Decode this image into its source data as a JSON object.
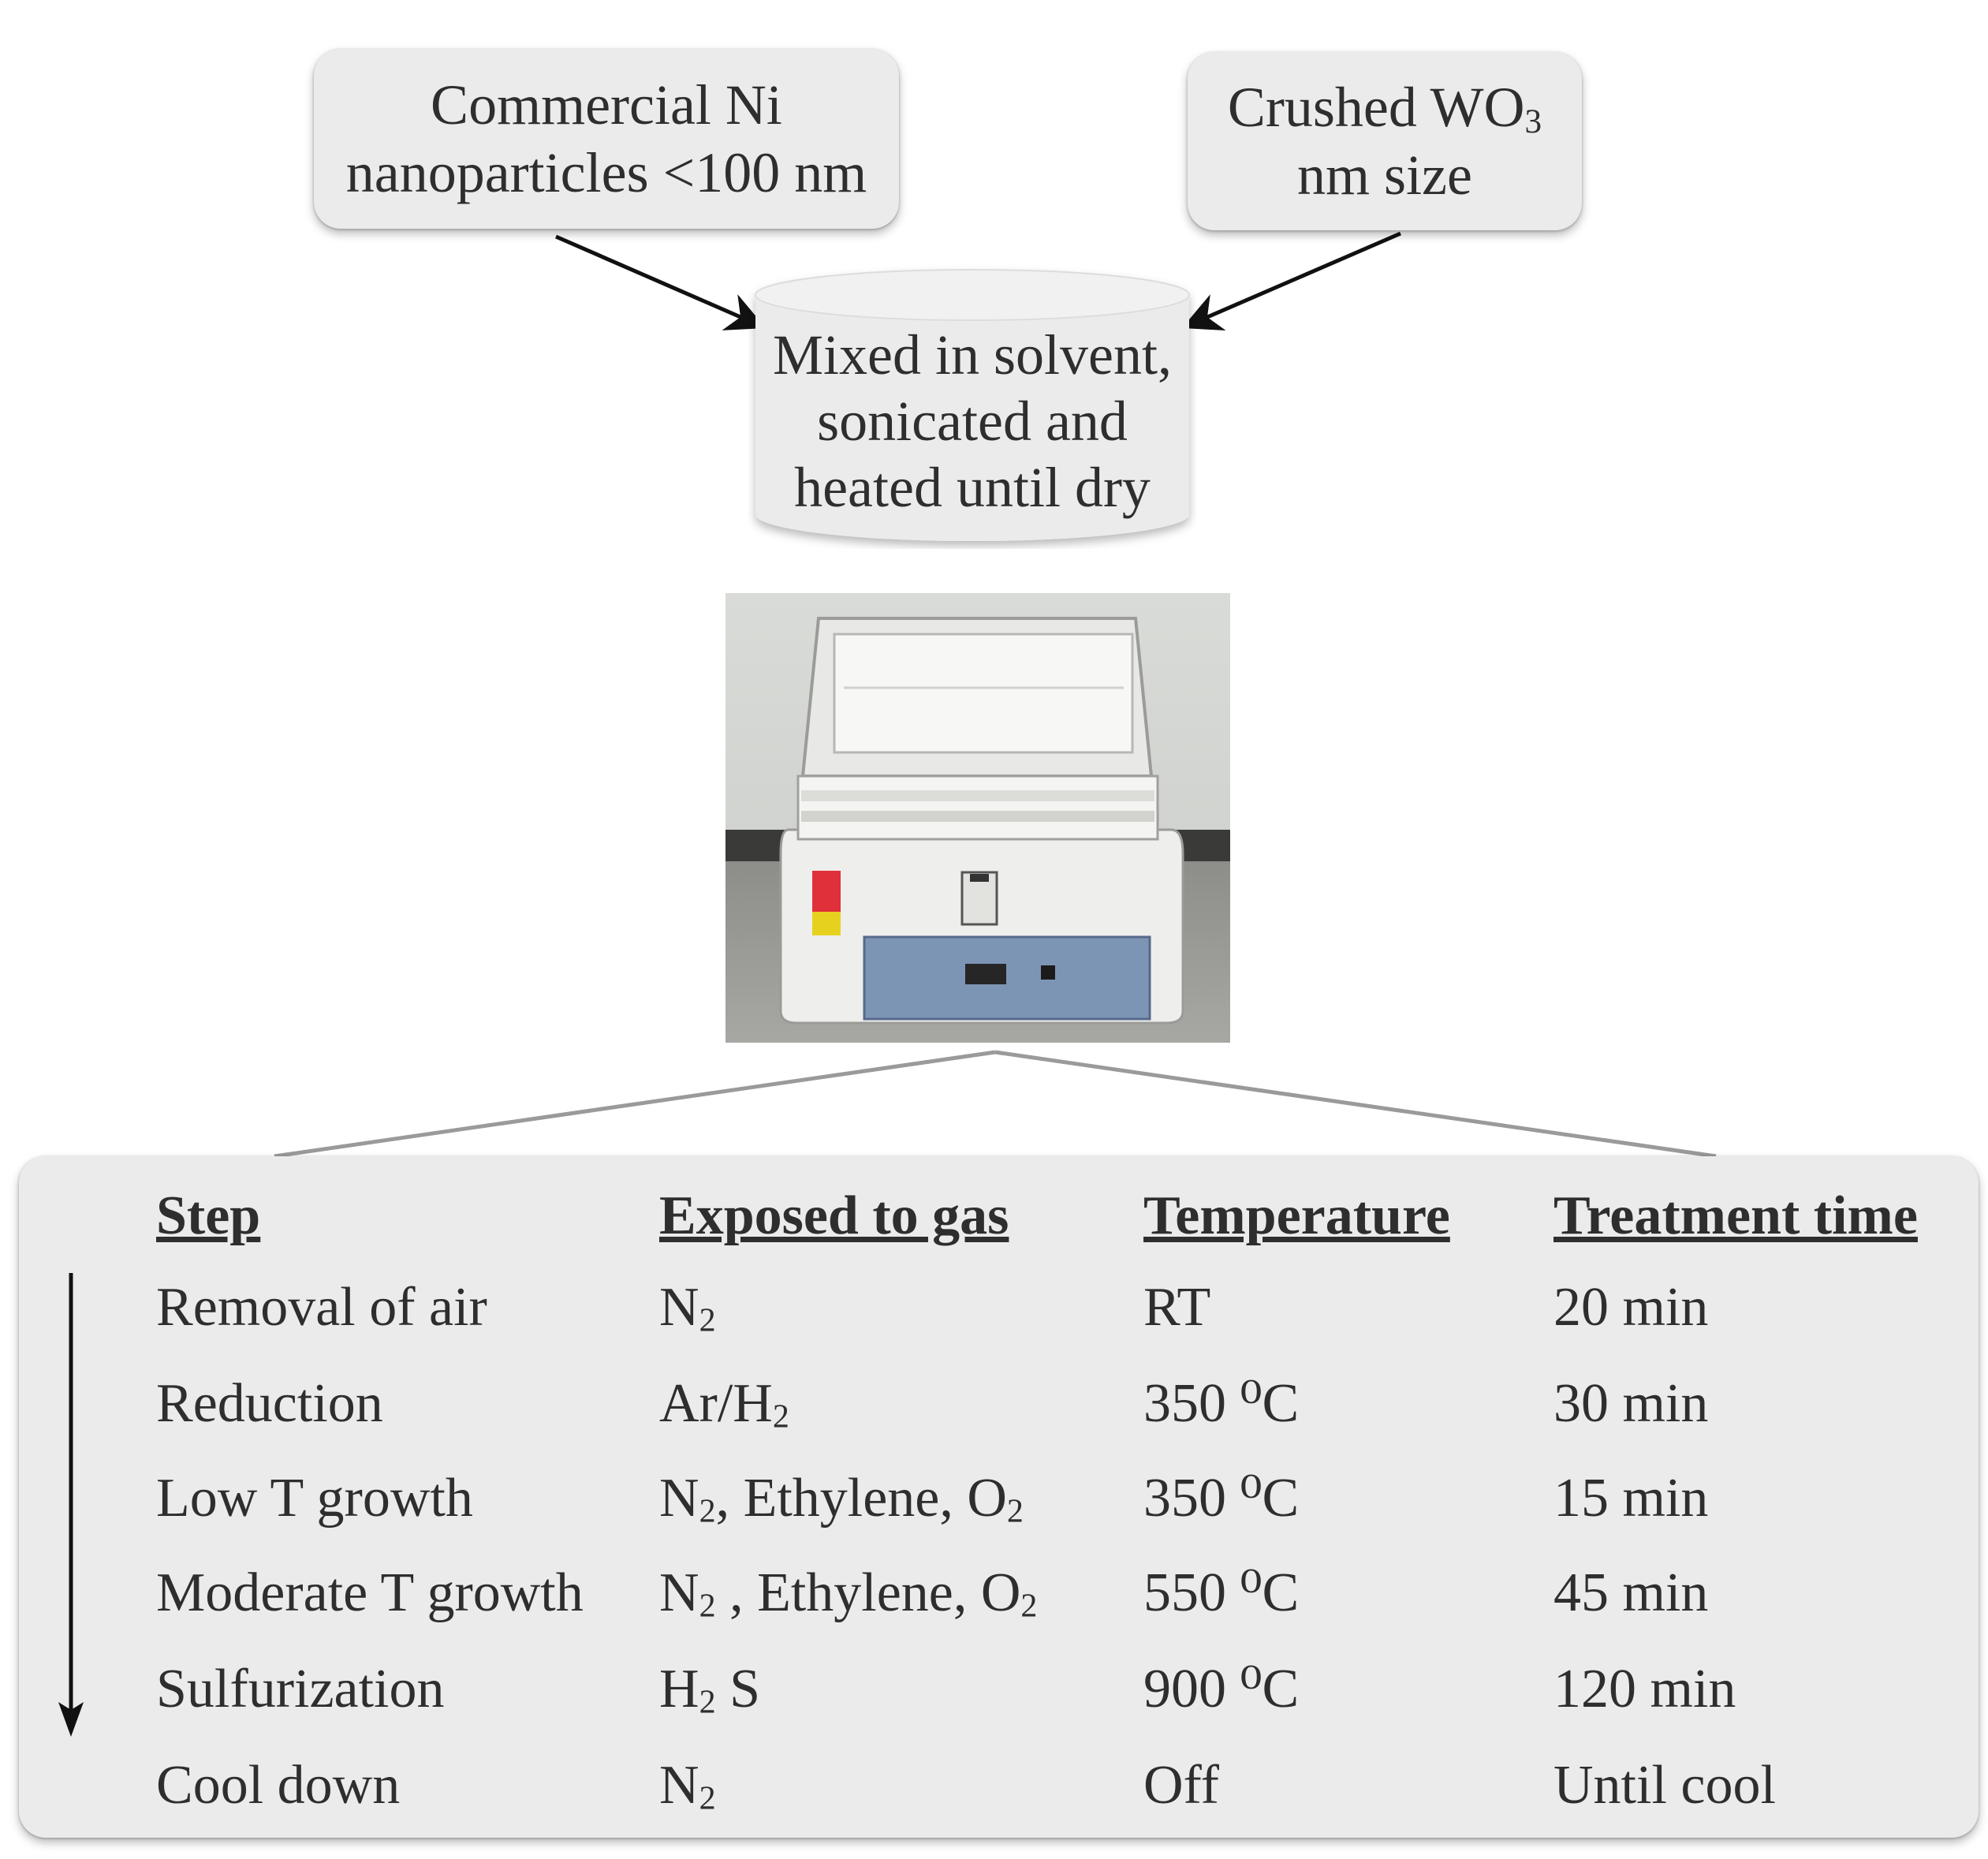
{
  "inputs": {
    "ni": {
      "line1": "Commercial Ni",
      "line2": "nanoparticles <100 nm"
    },
    "wo3": {
      "line1_prefix": "Crushed WO",
      "line1_sub": "3",
      "line2": "nm size"
    }
  },
  "mixing": {
    "line1": "Mixed in solvent,",
    "line2": "sonicated and",
    "line3": "heated until dry"
  },
  "table": {
    "headers": [
      "Step",
      "Exposed to gas",
      "Temperature",
      "Treatment time"
    ],
    "rows": [
      {
        "step": "Removal of air",
        "gas": [
          {
            "t": "N"
          },
          {
            "s": "2"
          }
        ],
        "temp": "RT",
        "time": "20 min"
      },
      {
        "step": "Reduction",
        "gas": [
          {
            "t": "Ar/H"
          },
          {
            "s": "2"
          }
        ],
        "temp": "350 ⁰C",
        "time": "30 min"
      },
      {
        "step": "Low T growth",
        "gas": [
          {
            "t": "N"
          },
          {
            "s": "2"
          },
          {
            "t": ", Ethylene, O"
          },
          {
            "s": "2"
          }
        ],
        "temp": "350 ⁰C",
        "time": "15 min"
      },
      {
        "step": "Moderate T growth",
        "gas": [
          {
            "t": "N"
          },
          {
            "s": "2"
          },
          {
            "t": " , Ethylene, O"
          },
          {
            "s": "2"
          }
        ],
        "temp": "550 ⁰C",
        "time": "45 min"
      },
      {
        "step": "Sulfurization",
        "gas": [
          {
            "t": "H"
          },
          {
            "s": "2"
          },
          {
            "t": " S"
          }
        ],
        "temp": "900 ⁰C",
        "time": "120 min"
      },
      {
        "step": "Cool down",
        "gas": [
          {
            "t": "N"
          },
          {
            "s": "2"
          }
        ],
        "temp": "Off",
        "time": "Until cool"
      }
    ]
  },
  "icons": {
    "furnace": "tube-furnace-photo",
    "arrow": "down-arrow-icon"
  }
}
